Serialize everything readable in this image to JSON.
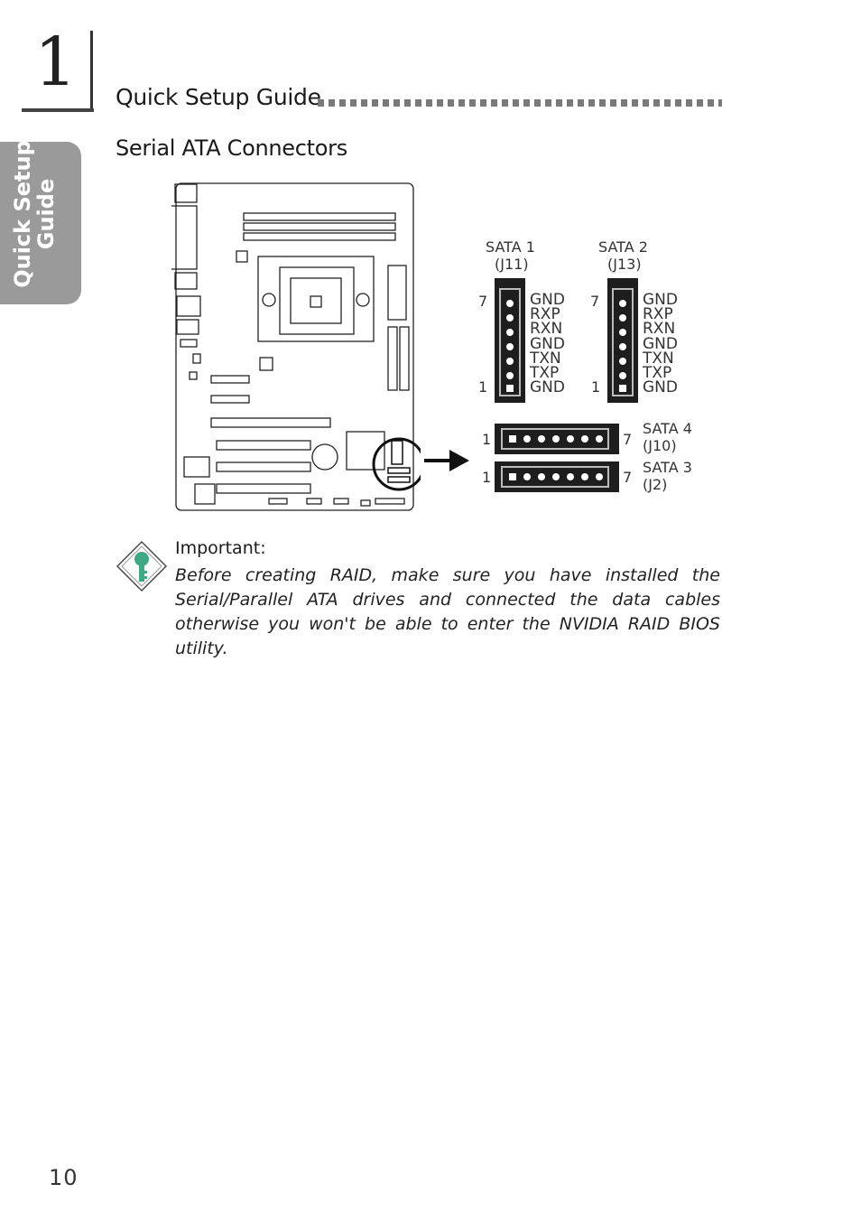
{
  "chapter": {
    "number": "1",
    "side_tab_line1": "Quick Setup",
    "side_tab_line2": "Guide"
  },
  "header": {
    "section_title": "Quick Setup Guide"
  },
  "subsection": {
    "title": "Serial ATA Connectors"
  },
  "connectors": {
    "sata1": {
      "name": "SATA 1",
      "jumper": "(J11)",
      "pin_top": "7",
      "pin_bottom": "1"
    },
    "sata2": {
      "name": "SATA 2",
      "jumper": "(J13)",
      "pin_top": "7",
      "pin_bottom": "1"
    },
    "sata4": {
      "name": "SATA 4",
      "jumper": "(J10)",
      "pin_left": "1",
      "pin_right": "7"
    },
    "sata3": {
      "name": "SATA 3",
      "jumper": "(J2)",
      "pin_left": "1",
      "pin_right": "7"
    },
    "pinout": [
      "GND",
      "RXP",
      "RXN",
      "GND",
      "TXN",
      "TXP",
      "GND"
    ]
  },
  "note": {
    "title": "Important:",
    "body": "Before creating RAID, make sure you have installed the Serial/Parallel ATA drives and connected the data cables otherwise you won't be able to enter the NVIDIA RAID BIOS utility."
  },
  "footer": {
    "page_number": "10"
  },
  "colors": {
    "tab": "#9a9a9a",
    "key_icon": "#3daa85",
    "connector": "#1e1e1e"
  }
}
